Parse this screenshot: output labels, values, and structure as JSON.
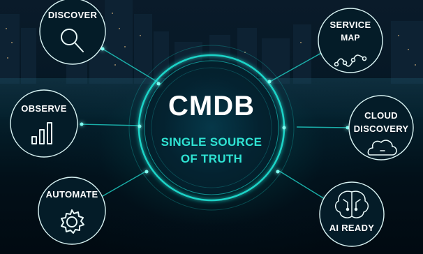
{
  "hub": {
    "title": "CMDB",
    "subtitle_line1": "SINGLE SOURCE",
    "subtitle_line2": "OF TRUTH"
  },
  "nodes": {
    "discover": {
      "label": "DISCOVER",
      "icon": "magnifier-icon"
    },
    "observe": {
      "label": "OBSERVE",
      "icon": "bar-chart-icon"
    },
    "automate": {
      "label": "AUTOMATE",
      "icon": "gear-icon"
    },
    "service_map": {
      "label_line1": "SERVICE",
      "label_line2": "MAP",
      "icon": "service-map-icon"
    },
    "cloud_discovery": {
      "label_line1": "CLOUD",
      "label_line2": "DISCOVERY",
      "icon": "cloud-icon"
    },
    "ai_ready": {
      "label": "AI READY",
      "icon": "brain-icon"
    }
  },
  "colors": {
    "accent": "#2fe3d3",
    "ring": "#19c8c0",
    "background": "#02121c",
    "text": "#ffffff"
  }
}
